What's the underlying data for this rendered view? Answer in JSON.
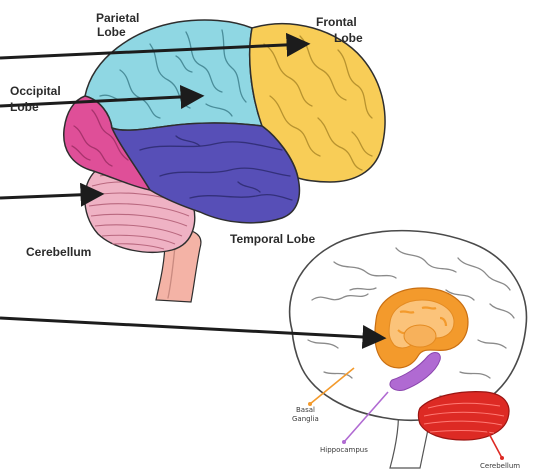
{
  "labels": {
    "parietal_line1": "Parietal",
    "parietal_line2": "Lobe",
    "frontal_line1": "Frontal",
    "frontal_line2": "Lobe",
    "occipital_line1": "Occipital",
    "occipital_line2": "Lobe",
    "cerebellum": "Cerebellum",
    "temporal": "Temporal Lobe"
  },
  "inset_labels": {
    "basal_line1": "Basal",
    "basal_line2": "Ganglia",
    "hippocampus": "Hippocampus",
    "cerebellum": "Cerebellum"
  },
  "colors": {
    "parietal": "#8fd7e3",
    "frontal": "#f8cd57",
    "occipital": "#df4f98",
    "temporal": "#574fb7",
    "cerebellum": "#efb2c4",
    "brainstem": "#f4b3a6",
    "basal_ganglia": "#f39a2c",
    "hippocampus": "#b06ad2",
    "inset_cerebellum": "#dd2a24",
    "pointer_arrow": "#1c1c1c"
  }
}
